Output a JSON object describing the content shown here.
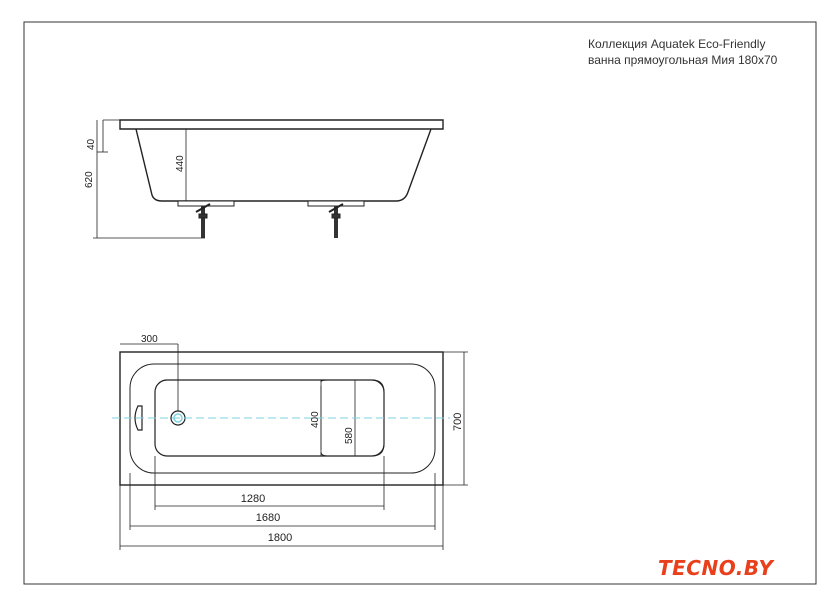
{
  "title": {
    "line1": "Коллекция Aquatek Eco-Friendly",
    "line2": "ванна прямоугольная  Мия 180x70"
  },
  "side_view": {
    "dim_40": "40",
    "dim_620": "620",
    "dim_440": "440"
  },
  "top_view": {
    "dim_300": "300",
    "dim_400": "400",
    "dim_580": "580",
    "dim_700": "700",
    "dim_1280": "1280",
    "dim_1680": "1680",
    "dim_1800": "1800"
  },
  "logo": {
    "text": "TECNO.BY",
    "color": "#e8401c"
  },
  "colors": {
    "line": "#222222",
    "centerline": "#7fd3e0"
  }
}
